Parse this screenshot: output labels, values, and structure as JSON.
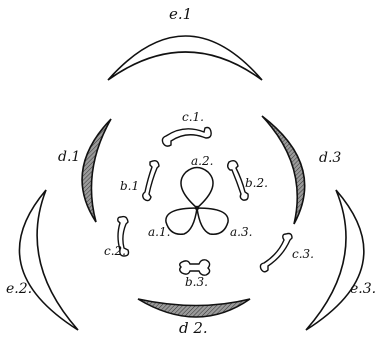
{
  "labels": {
    "e1": "e.1",
    "d1": "d.1",
    "d3": "d.3",
    "c1": "c.1.",
    "a2": "a.2.",
    "b1": "b.1",
    "b2": "b.2.",
    "a1": "a.1.",
    "a3": "a.3.",
    "c2": "c.2.",
    "c3": "c.3.",
    "b3": "b.3.",
    "e2": "e.2.",
    "e3": "e.3.",
    "d2": "d 2."
  }
}
